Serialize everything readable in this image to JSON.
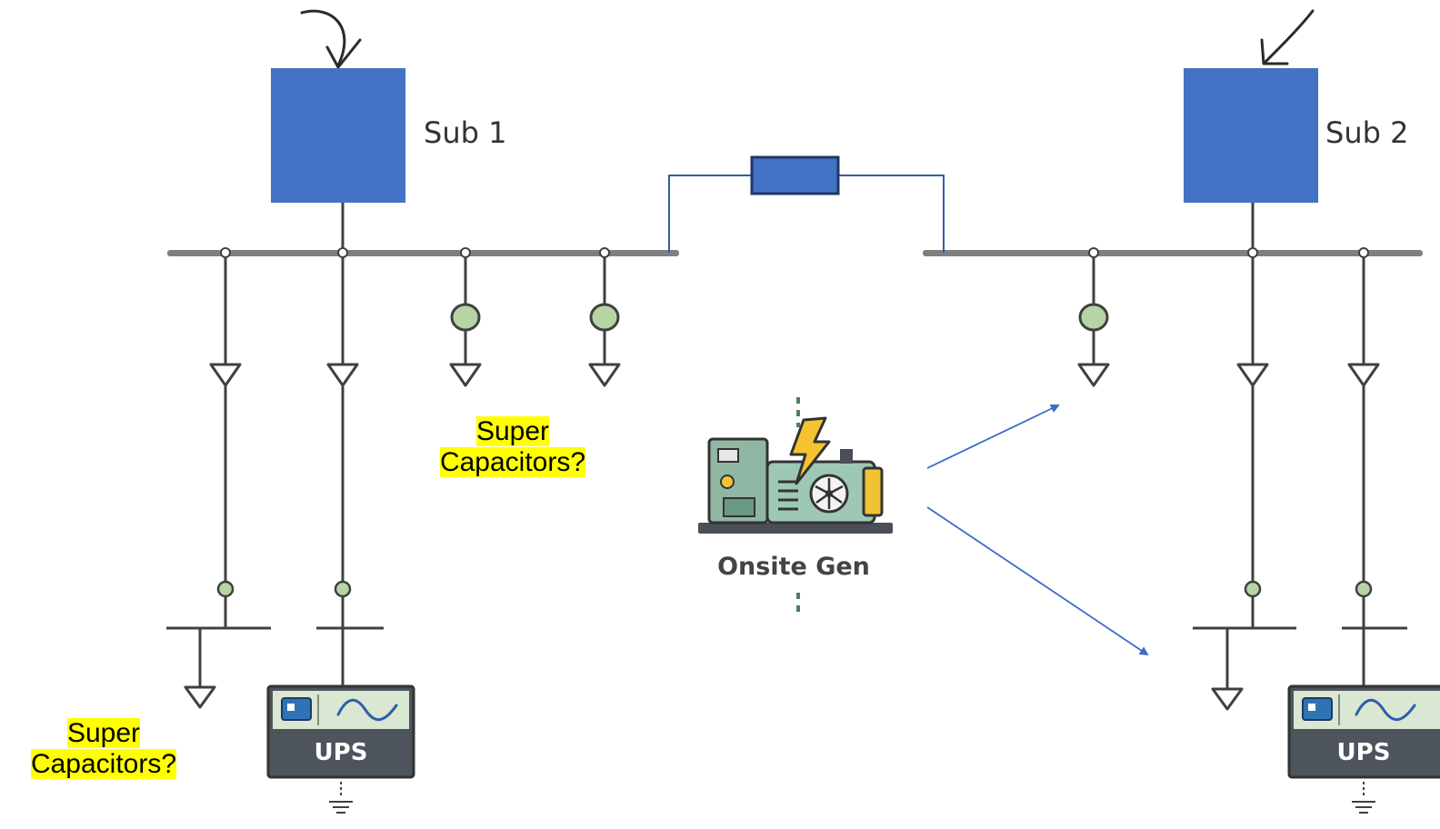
{
  "labels": {
    "sub1": "Sub 1",
    "sub2": "Sub 2",
    "onsite_gen": "Onsite Gen",
    "ups_left": "UPS",
    "ups_right": "UPS"
  },
  "notes": {
    "super_cap_top": {
      "line1": "Super",
      "line2": "Capacitors?"
    },
    "super_cap_bottom": {
      "line1": "Super",
      "line2": "Capacitors?"
    }
  },
  "colors": {
    "substation": "#4472c4",
    "bus": "#7f7f7f",
    "line": "#404040",
    "breaker": "#b7d5a4",
    "tie_line": "#2e5eaa",
    "arrow": "#3a6bc8",
    "highlight": "#ffff00"
  }
}
